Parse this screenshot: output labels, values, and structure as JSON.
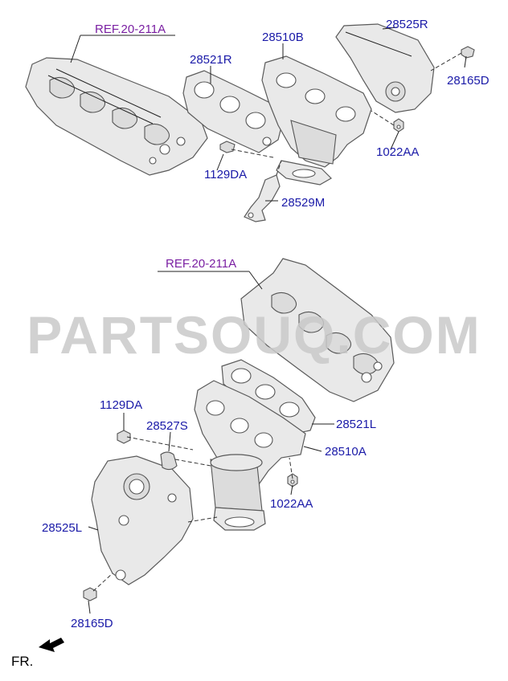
{
  "colors": {
    "label": "#1a1aa8",
    "ref_label": "#7a1fa2",
    "watermark": "#c9c9c9",
    "line": "#222222"
  },
  "watermark": "PARTSOUQ.COM",
  "orientation": {
    "label": "FR.",
    "icon": "arrow-left-icon"
  },
  "upper_assembly": {
    "ref": "REF.20-211A",
    "gasket": "28521R",
    "manifold": "28510B",
    "heat_shield": "28525R",
    "shield_bolt": "28165D",
    "stud_bolt": "1129DA",
    "nut": "1022AA",
    "bracket": "28529M"
  },
  "lower_assembly": {
    "ref": "REF.20-211A",
    "stud_bolt": "1129DA",
    "collar": "28527S",
    "gasket": "28521L",
    "manifold": "28510A",
    "nut": "1022AA",
    "heat_shield": "28525L",
    "shield_bolt": "28165D"
  }
}
